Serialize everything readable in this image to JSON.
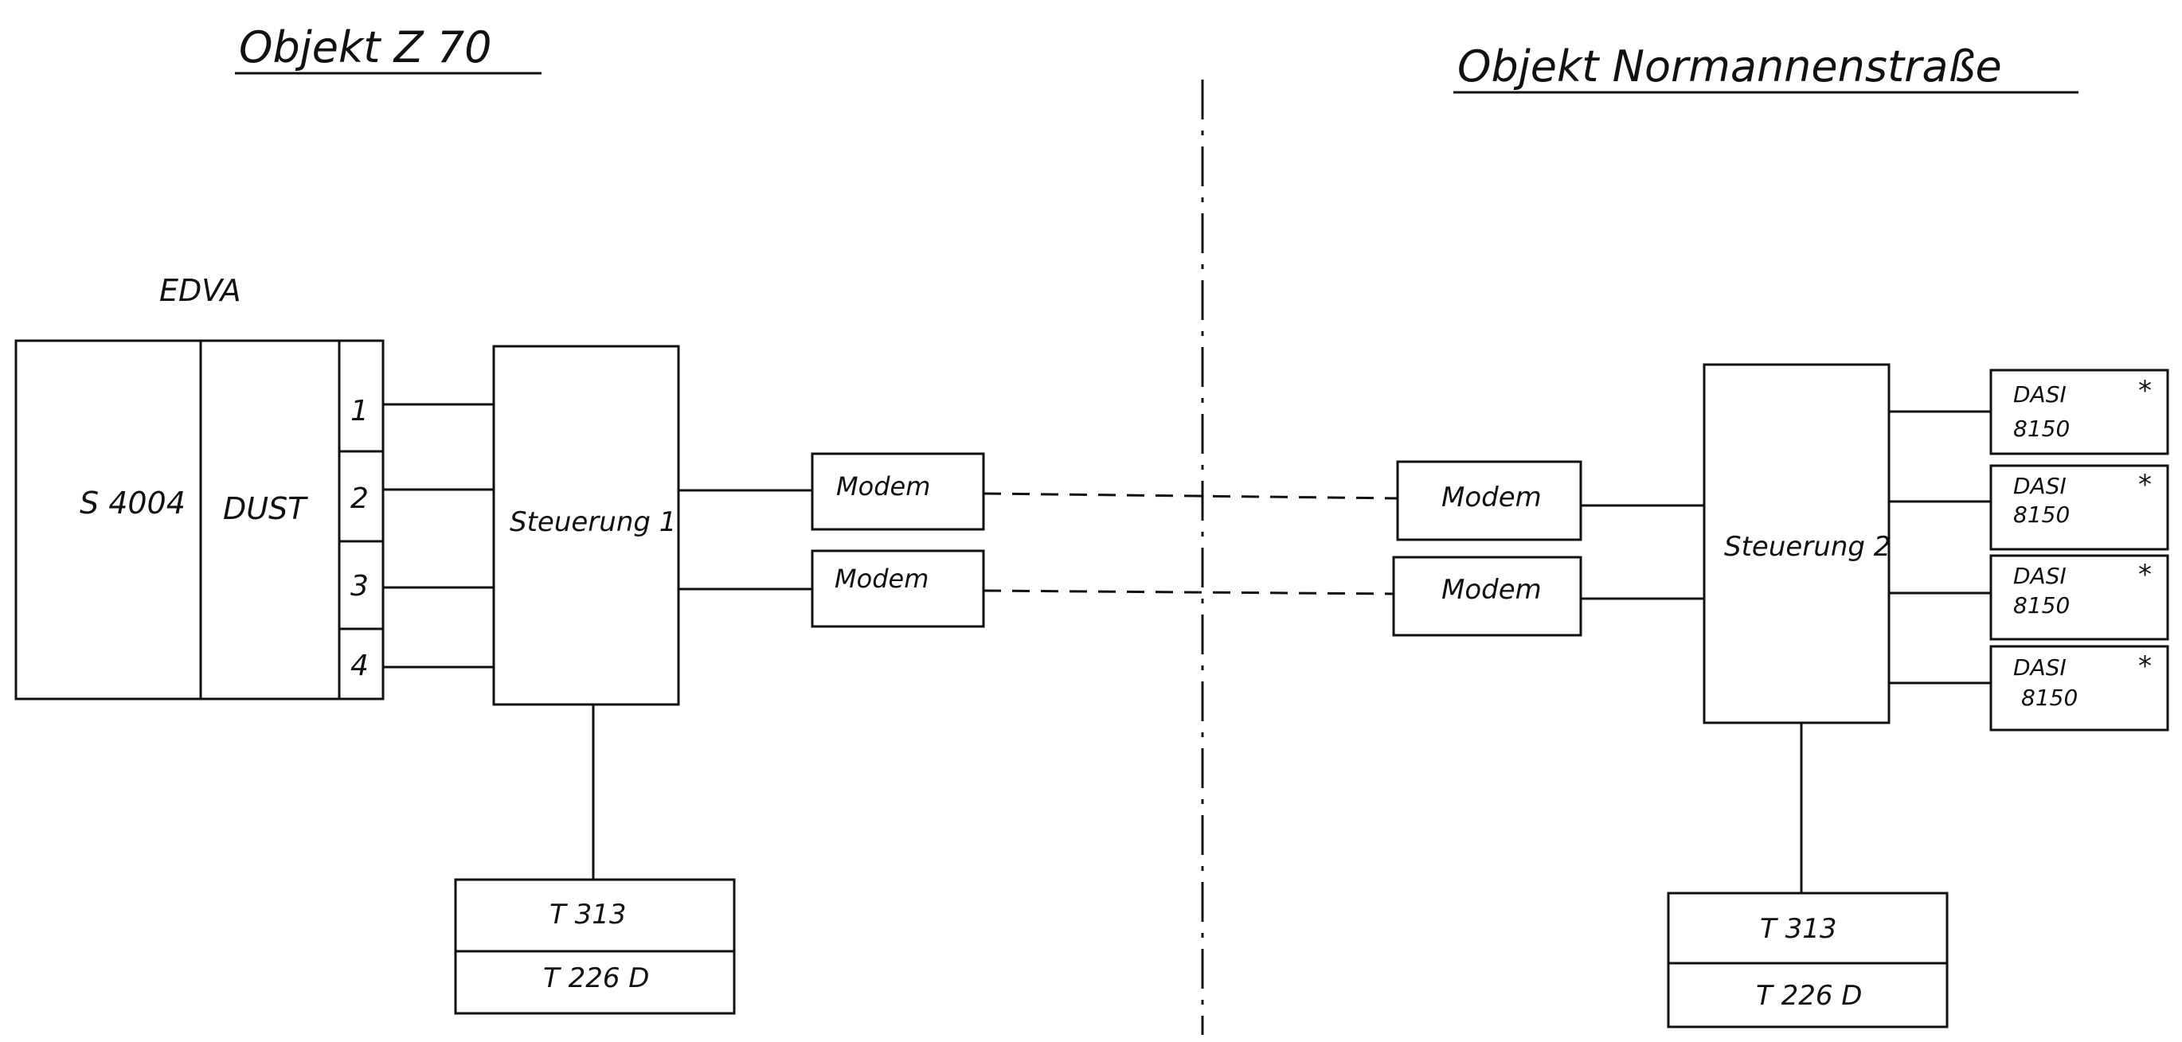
{
  "left_site": {
    "title": "Objekt  Z 70",
    "edva_label": "EDVA",
    "computer_label": "S 4004",
    "dust_label": "DUST",
    "ports": [
      "1",
      "2",
      "3",
      "4"
    ],
    "controller_label": "Steuerung 1",
    "modems": [
      "Modem",
      "Modem"
    ],
    "terminal_top": "T 313",
    "terminal_bottom": "T 226 D"
  },
  "right_site": {
    "title": "Objekt  Normannenstraße",
    "modems": [
      "Modem",
      "Modem"
    ],
    "controller_label": "Steuerung 2",
    "dasi_units": [
      {
        "name": "DASI",
        "number": "8150",
        "mark": "*"
      },
      {
        "name": "DASI",
        "number": "8150",
        "mark": "*"
      },
      {
        "name": "DASI",
        "number": "8150",
        "mark": "*"
      },
      {
        "name": "DASI",
        "number": "8150",
        "mark": "*"
      }
    ],
    "terminal_top": "T 313",
    "terminal_bottom": "T 226 D"
  }
}
